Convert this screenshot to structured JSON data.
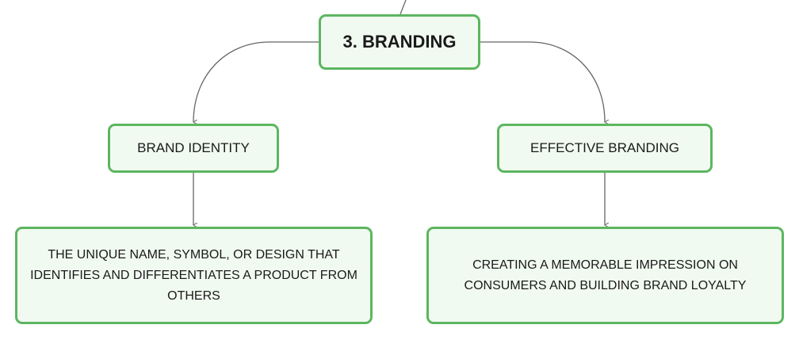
{
  "diagram": {
    "root": {
      "label": "3. BRANDING"
    },
    "branches": [
      {
        "label": "BRAND IDENTITY",
        "detail": "THE UNIQUE NAME, SYMBOL, OR DESIGN THAT IDENTIFIES AND DIFFERENTIATES A PRODUCT FROM OTHERS"
      },
      {
        "label": "EFFECTIVE BRANDING",
        "detail": "CREATING A MEMORABLE IMPRESSION ON CONSUMERS AND BUILDING BRAND LOYALTY"
      }
    ]
  },
  "colors": {
    "node_border": "#5cb65f",
    "node_fill": "#f1faf1",
    "connector": "#666666",
    "text": "#1a1a1a"
  }
}
